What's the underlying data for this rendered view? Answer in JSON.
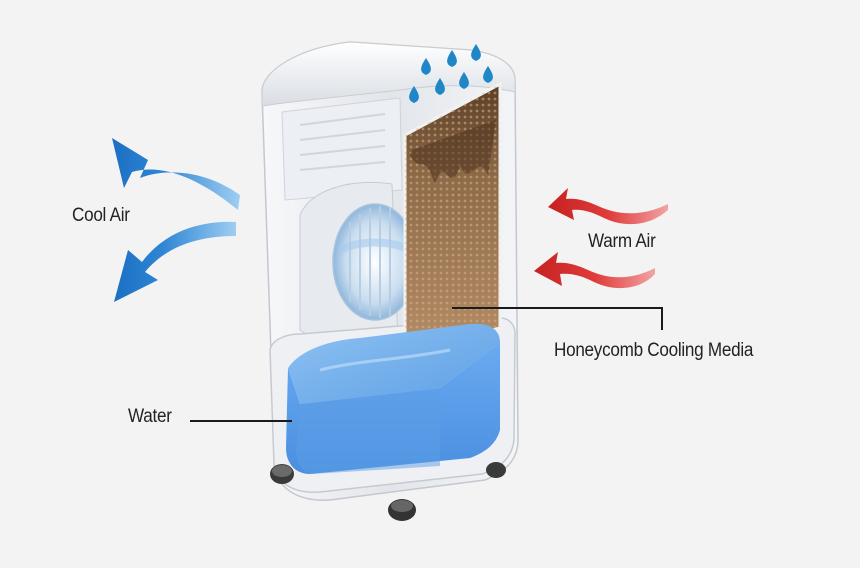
{
  "labels": {
    "cool_air": "Cool Air",
    "warm_air": "Warm Air",
    "honeycomb": "Honeycomb Cooling Media",
    "water": "Water"
  },
  "colors": {
    "background": "#f3f3f3",
    "cool_air_arrow": "#2a7fd1",
    "warm_air_arrow": "#d92d2d",
    "water": "#6aa8ea",
    "honeycomb": "#9a7552",
    "water_drop": "#1f86c8",
    "body": "#e6e8ec",
    "leader_line": "#1a1a1a"
  },
  "icons": {
    "drop": "water-drop-icon",
    "cool_arrow": "cool-air-arrow-icon",
    "warm_arrow": "warm-air-arrow-icon"
  }
}
